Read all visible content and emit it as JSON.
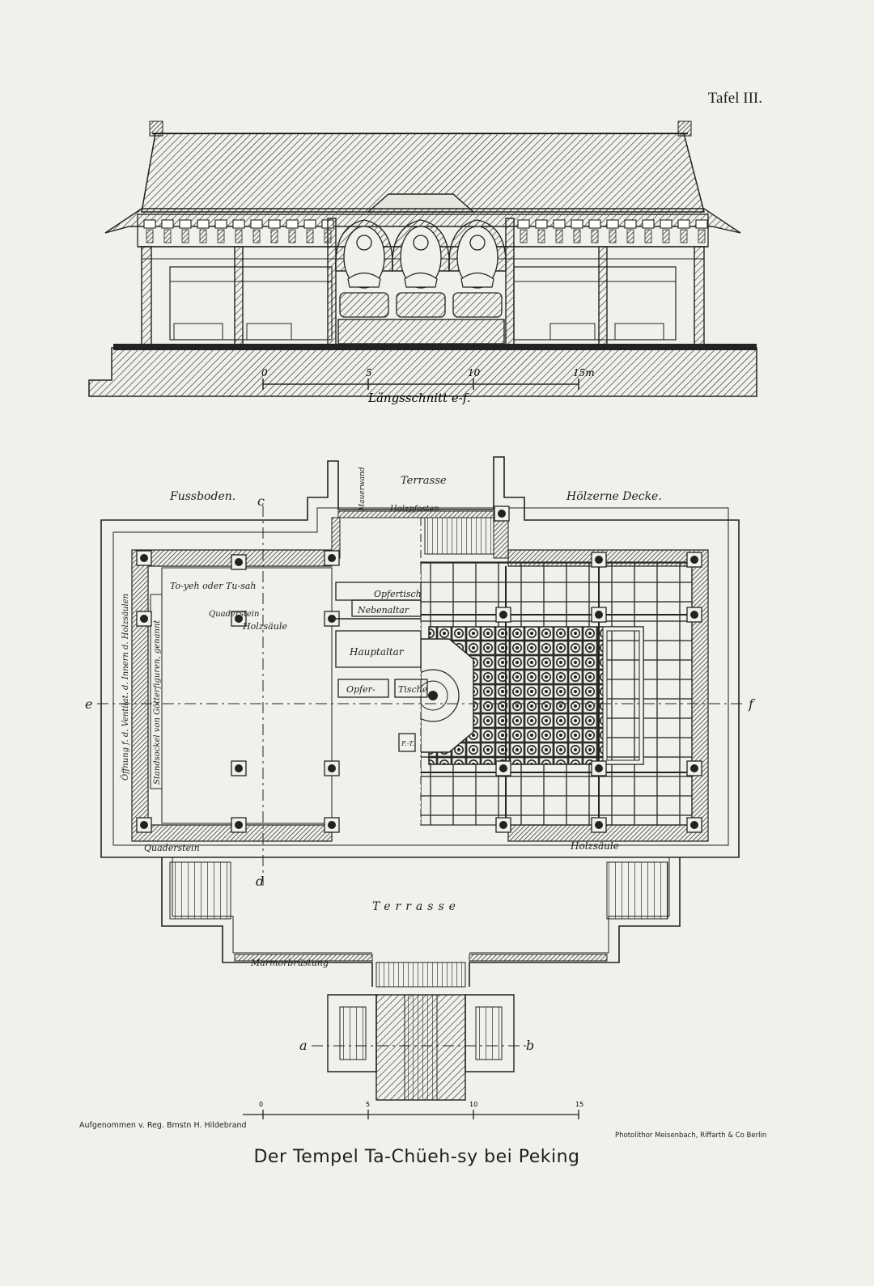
{
  "plate_label": "Tafel III.",
  "title": "Der Tempel Ta-Chüeh-sy bei Peking",
  "credit_left": "Aufgenommen v. Reg. Bmstn H. Hildebrand",
  "credit_right": "Photolithor Meisenbach, Riffarth & Co Berlin",
  "section": {
    "caption": "Längsschnitt e-f.",
    "scale_ticks": [
      "0",
      "5",
      "10",
      "15m"
    ]
  },
  "plan": {
    "labels": {
      "floor": "Fussboden.",
      "ceiling": "Hölzerne Decke.",
      "terrace_top": "Terrasse",
      "terrace_bottom": "Terrasse",
      "threshold": "Holzpfosten",
      "side_wall": "Mauerwand",
      "toyeh": "To-yeh oder Tu-sah",
      "wall_niche": "Öffnung f. d. Ventilat. d. Innern d. Holzsäulen",
      "pedestal": "Standsockel von Götterfiguren, genannt",
      "ashlar_top": "Quaderstein",
      "wooden_column_top": "Holzsäule",
      "offering_table": "Opfertisch",
      "side_altar": "Nebenaltar",
      "main_altar": "Hauptaltar",
      "offer_left": "Opfer-",
      "offer_right": "Tische",
      "small_table": "F.-T.",
      "ashlar_bottom": "Quaderstein",
      "wooden_column_bottom": "Holzsäule",
      "marble_balustrade": "Marmorbrüstung",
      "axis_e": "e",
      "axis_f": "f",
      "axis_c": "c",
      "axis_d": "d",
      "axis_a": "a",
      "axis_b": "b"
    },
    "scale_ticks": [
      "0",
      "5",
      "10",
      "15"
    ]
  }
}
